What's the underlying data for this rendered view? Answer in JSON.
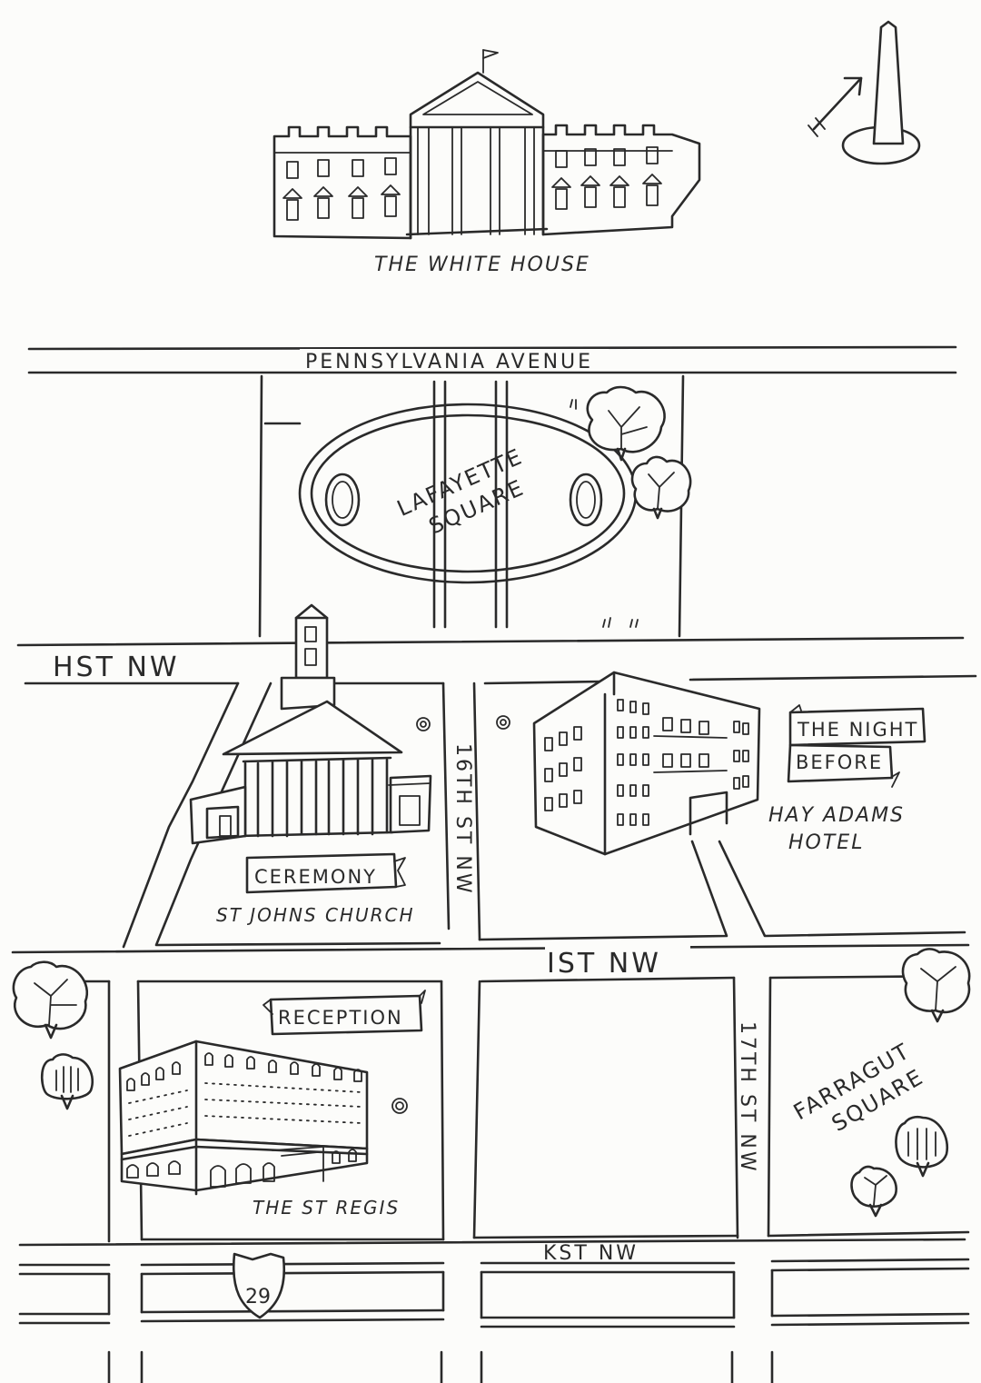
{
  "landmarks": {
    "white_house": "THE WHITE HOUSE",
    "lafayette_line1": "LAFAYETTE",
    "lafayette_line2": "SQUARE",
    "st_johns": "ST JOHNS CHURCH",
    "hay_adams_line1": "HAY ADAMS",
    "hay_adams_line2": "HOTEL",
    "st_regis": "THE ST REGIS",
    "farragut_line1": "FARRAGUT",
    "farragut_line2": "SQUARE"
  },
  "events": {
    "ceremony": "CEREMONY",
    "night_before_line1": "THE NIGHT",
    "night_before_line2": "BEFORE",
    "reception": "RECEPTION"
  },
  "streets": {
    "pennsylvania": "PENNSYLVANIA AVENUE",
    "h_st": "HST NW",
    "i_st": "IST NW",
    "k_st": "KST NW",
    "sixteenth": "16TH ST NW",
    "seventeenth": "17TH ST NW"
  },
  "route_shield": "29",
  "icons": [
    "washington-monument-icon",
    "north-arrow-icon",
    "tree-icon",
    "fountain-icon"
  ],
  "colors": {
    "ink": "#2a2a2a",
    "paper": "#fcfcfa"
  }
}
